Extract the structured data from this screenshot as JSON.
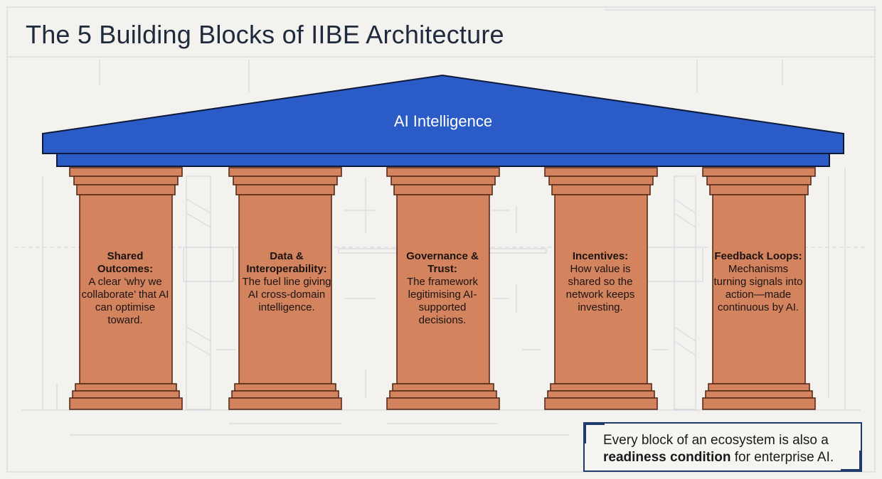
{
  "title": "The 5 Building Blocks of IIBE Architecture",
  "roof": {
    "label": "AI Intelligence",
    "color": "#2a5bc7"
  },
  "pillars": [
    {
      "title": "Shared Outcomes:",
      "body": "A clear ‘why we collaborate’ that AI can optimise toward."
    },
    {
      "title": "Data & Interoperability:",
      "body": "The fuel line giving AI cross-domain intelligence."
    },
    {
      "title": "Governance & Trust:",
      "body": "The framework legitimising AI-supported decisions."
    },
    {
      "title": "Incentives:",
      "body": "How value is shared so the network keeps investing."
    },
    {
      "title": "Feedback Loops:",
      "body": "Mechanisms turning signals into action—made continuous by AI."
    }
  ],
  "callout": {
    "line1": "Every block of an ecosystem is also a",
    "bold": "readiness condition",
    "rest": " for enterprise AI."
  },
  "colors": {
    "pillar": "#d4835f",
    "pillar_stroke": "#5a2c1a",
    "accent": "#1f3a6b"
  }
}
